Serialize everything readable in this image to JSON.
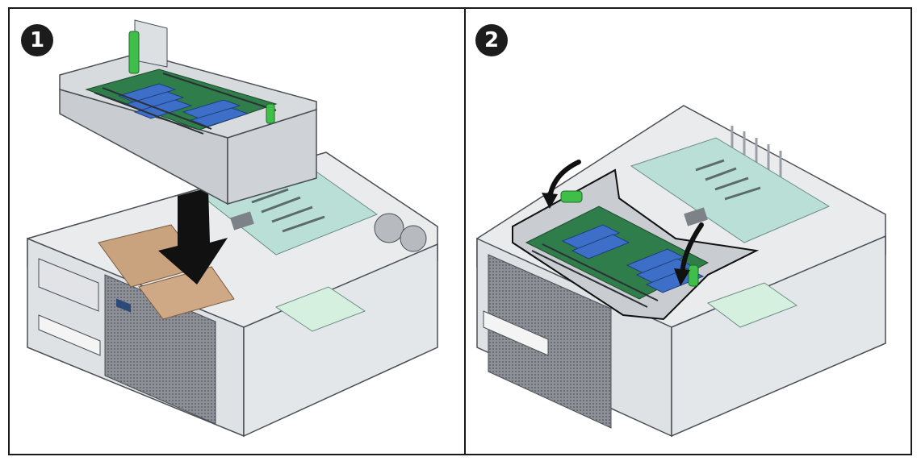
{
  "steps": [
    {
      "number": "1",
      "description_visible": false
    },
    {
      "number": "2",
      "description_visible": false
    }
  ],
  "colors": {
    "frame": "#1a1a1a",
    "badge": "#1c1c1c",
    "chassis": "#e6e8ea",
    "chassis_edge": "#4a4f55",
    "board": "#b9dfd6",
    "pcb_green": "#2f7d4a",
    "dimm_blue": "#3d6fc9",
    "dimm_dark": "#2c2f33",
    "latch_green": "#3fbf4a",
    "heatsink": "#c9a27e",
    "bezel_mesh": "#7a7d82",
    "arrow": "#111111"
  },
  "icons": [
    "step-1-badge",
    "step-2-badge",
    "down-arrow-icon",
    "rotate-arrow-icon"
  ]
}
